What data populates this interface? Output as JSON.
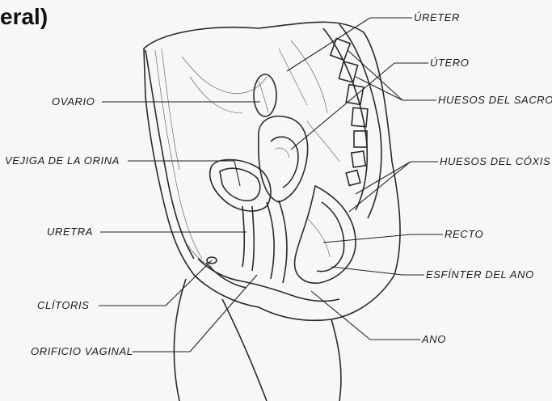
{
  "title_fragment": "eral)",
  "labels": {
    "ureter": "ÚRETER",
    "utero": "ÚTERO",
    "huesos_sacro": "HUESOS DEL SACRO",
    "ovario": "OVARIO",
    "vejiga": "VEJIGA DE LA ORINA",
    "huesos_coxis": "HUESOS DEL CÓXIS",
    "uretra": "URETRA",
    "recto": "RECTO",
    "clitoris": "CLÍTORIS",
    "esfinter": "ESFÍNTER DEL ANO",
    "ano": "ANO",
    "orificio_vaginal": "ORIFICIO VAGINAL"
  }
}
